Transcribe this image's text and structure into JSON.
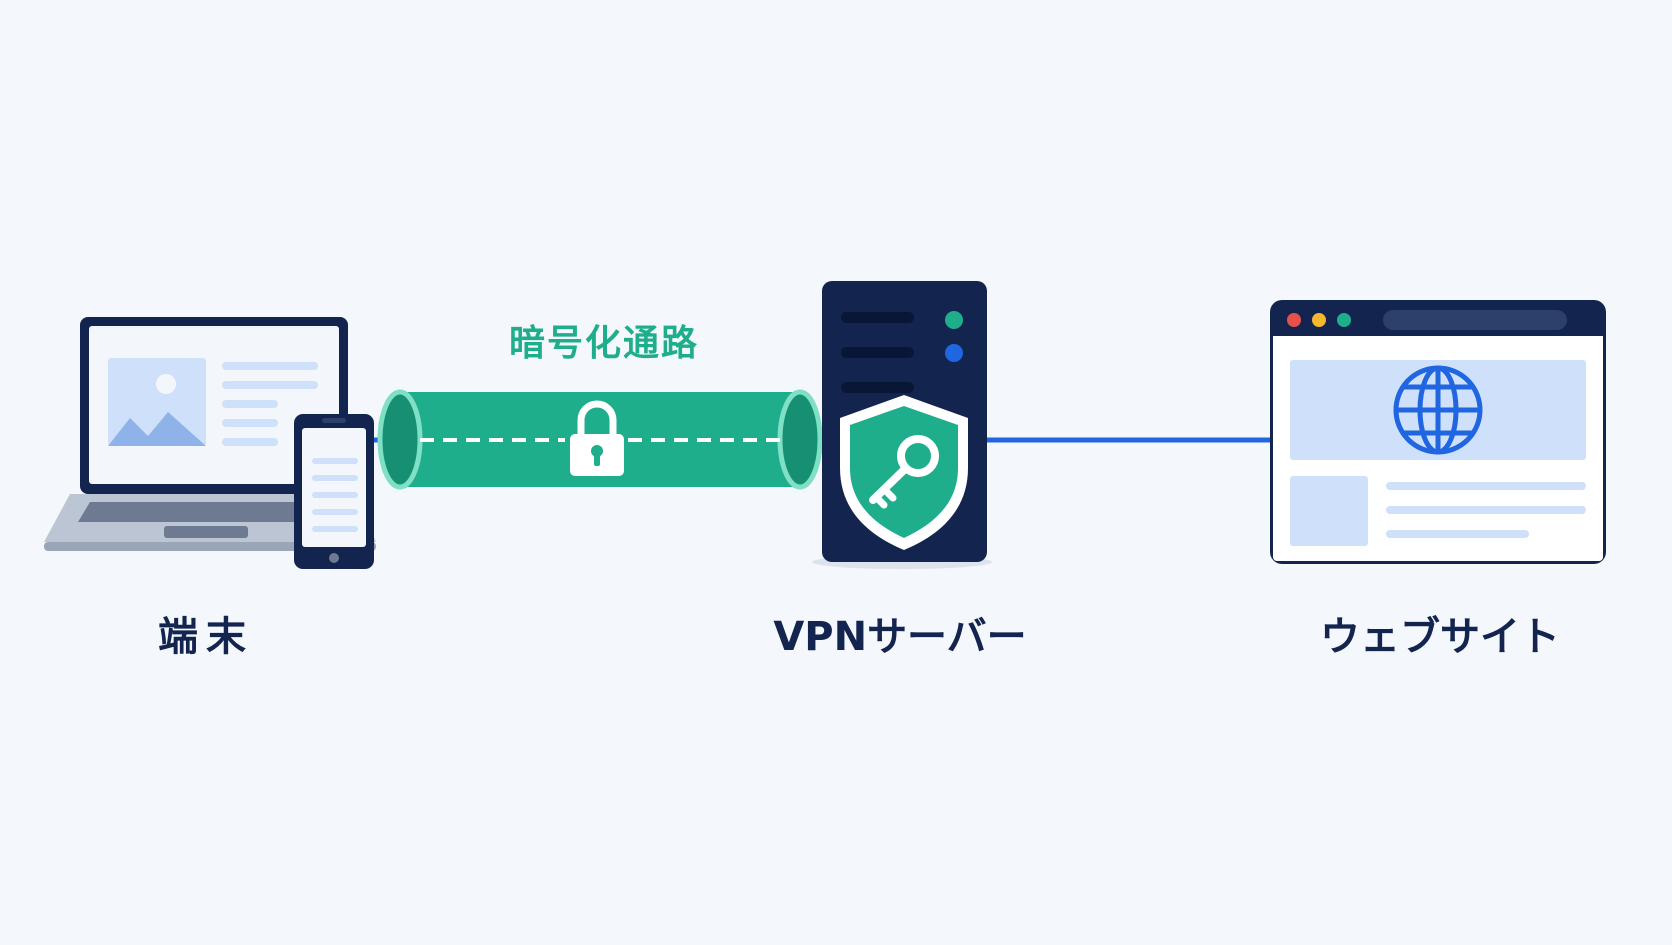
{
  "labels": {
    "device": "端末",
    "tunnel": "暗号化通路",
    "server": "VPNサーバー",
    "website": "ウェブサイト"
  },
  "colors": {
    "navy": "#13244f",
    "teal": "#1fae8c",
    "teal_dark": "#168f73",
    "blue_line": "#1f66e0",
    "light_blue": "#cfe0fa",
    "background": "#f4f7fb"
  },
  "icons": {
    "laptop": "laptop-icon",
    "phone": "smartphone-icon",
    "lock": "padlock-icon",
    "server": "server-icon",
    "shield": "shield-key-icon",
    "browser": "browser-window-icon",
    "globe": "globe-icon"
  }
}
